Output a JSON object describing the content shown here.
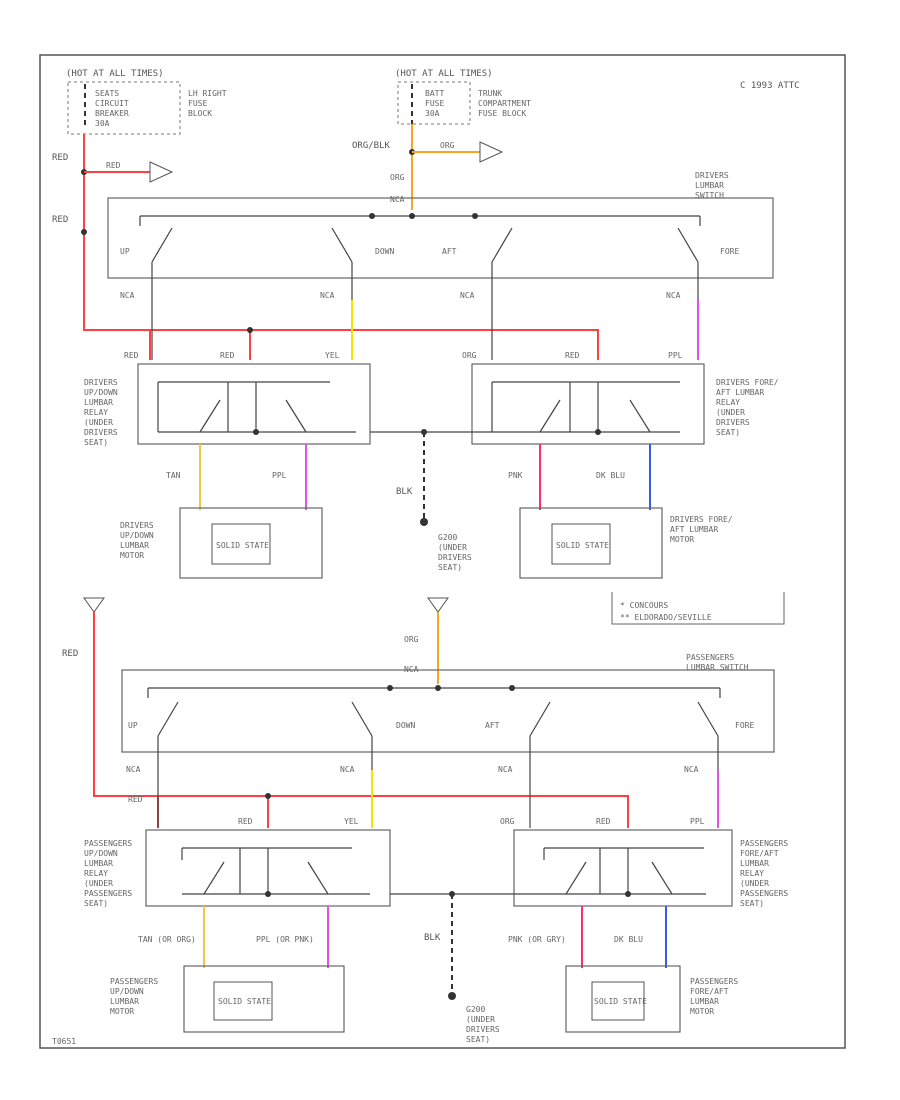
{
  "header": {
    "left_fuse": "(HOT AT ALL TIMES)",
    "left_fuse_lines": [
      "SEATS",
      "CIRCUIT",
      "BREAKER",
      "30A"
    ],
    "left_fuse_block": [
      "LH RIGHT",
      "FUSE",
      "BLOCK"
    ],
    "center_fuse": "(HOT AT ALL TIMES)",
    "center_fuse_lines": [
      "BATT",
      "FUSE",
      "30A"
    ],
    "center_fuse_block": [
      "TRUNK",
      "COMPARTMENT",
      "FUSE BLOCK"
    ],
    "copyright": "C 1993 ATTC"
  },
  "wire_colors": {
    "red": "#ff4040",
    "orange": "#f5a623",
    "yellow": "#f5e300",
    "pink": "#ff2d6e",
    "violet": "#e052e6",
    "blue": "#3a5ae8",
    "tan": "#f4c542",
    "black": "#222222"
  },
  "top": {
    "red_label_1": "RED",
    "red_label_2": "RED",
    "red_arrow": "RED",
    "org_blk": "ORG/BLK",
    "org_arrow": "ORG",
    "org": "ORG",
    "nca": "NCA",
    "switch_title": [
      "DRIVERS",
      "LUMBAR",
      "SWITCH"
    ],
    "sw_labels": [
      "UP",
      "DOWN",
      "AFT",
      "FORE"
    ],
    "conn": [
      "NCA",
      "NCA",
      "NCA",
      "NCA"
    ],
    "wires": [
      "RED",
      "RED",
      "YEL",
      "ORG",
      "RED",
      "PPL"
    ],
    "left_relay": [
      "DRIVERS",
      "UP/DOWN",
      "LUMBAR",
      "RELAY",
      "(UNDER",
      "DRIVERS",
      "SEAT)"
    ],
    "right_relay": [
      "DRIVERS FORE/",
      "AFT LUMBAR",
      "RELAY",
      "(UNDER",
      "DRIVERS",
      "SEAT)"
    ],
    "blk": "BLK",
    "ground": [
      "G200",
      "(UNDER",
      "DRIVERS",
      "SEAT)"
    ],
    "motor_wires": [
      "TAN",
      "PPL",
      "PNK",
      "DK BLU"
    ],
    "left_motor": [
      "DRIVERS",
      "UP/DOWN",
      "LUMBAR",
      "MOTOR"
    ],
    "right_motor": [
      "DRIVERS FORE/",
      "AFT LUMBAR",
      "MOTOR"
    ],
    "solid_state": "SOLID STATE",
    "note": [
      "* CONCOURS",
      "** ELDORADO/SEVILLE"
    ]
  },
  "bottom": {
    "red": "RED",
    "org": "ORG",
    "nca": "NCA",
    "switch_title": [
      "PASSENGERS",
      "LUMBAR SWITCH"
    ],
    "sw_labels": [
      "UP",
      "DOWN",
      "AFT",
      "FORE"
    ],
    "conn": [
      "NCA",
      "NCA",
      "NCA",
      "NCA"
    ],
    "wires": [
      "RED",
      "RED",
      "YEL",
      "ORG",
      "RED",
      "PPL"
    ],
    "left_relay": [
      "PASSENGERS",
      "UP/DOWN",
      "LUMBAR",
      "RELAY",
      "(UNDER",
      "PASSENGERS",
      "SEAT)"
    ],
    "right_relay": [
      "PASSENGERS",
      "FORE/AFT",
      "LUMBAR",
      "RELAY",
      "(UNDER",
      "PASSENGERS",
      "SEAT)"
    ],
    "blk": "BLK",
    "ground": [
      "G200",
      "(UNDER",
      "DRIVERS",
      "SEAT)"
    ],
    "motor_wires": [
      "TAN (OR ORG)",
      "PPL (OR PNK)",
      "PNK (OR GRY)",
      "DK BLU"
    ],
    "left_motor": [
      "PASSENGERS",
      "UP/DOWN",
      "LUMBAR",
      "MOTOR"
    ],
    "right_motor": [
      "PASSENGERS",
      "FORE/AFT",
      "LUMBAR",
      "MOTOR"
    ],
    "solid_state": "SOLID STATE",
    "footer": "T0651"
  }
}
